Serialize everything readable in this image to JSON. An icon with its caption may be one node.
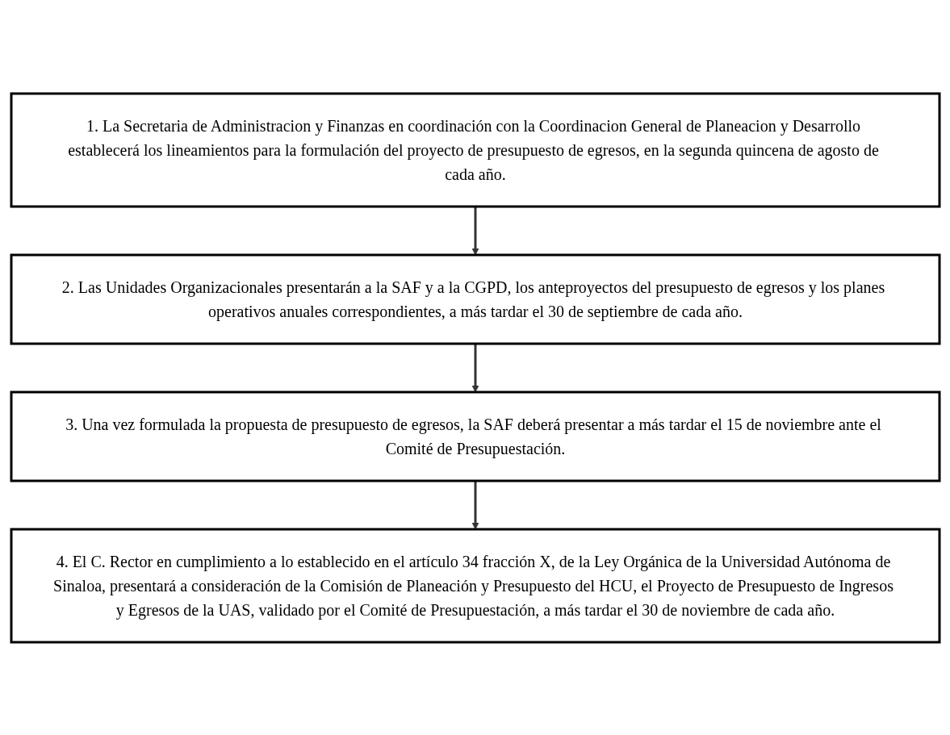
{
  "diagram": {
    "nodes": [
      {
        "text": [
          "1. La Secretaria de Administracion y Finanzas en coordinación con la Coordinacion General de Planeacion y Desarrollo establecerá los lineamientos para la formulación del proyecto de presupuesto de egresos, en la segunda quincena de agosto de cada año."
        ]
      },
      {
        "text": [
          "2. Las Unidades Organizacionales presentarán a la SAF y a la CGPD, los anteproyectos del presupuesto de egresos y los planes operativos anuales correspondientes, a más tardar el 30 de septiembre de cada año."
        ]
      },
      {
        "text": [
          "3. Una vez formulada la propuesta de presupuesto de egresos, la SAF deberá presentar a más tardar el 15 de noviembre ante el Comité de Presupuestación."
        ]
      },
      {
        "text": [
          "4. El C. Rector en cumplimiento a lo establecido en el artículo 34 fracción X, de la Ley Orgánica de la Universidad Autónoma de Sinaloa, presentará a consideración de la Comisión de Planeación y Presupuesto del HCU, el Proyecto de Presupuesto de Ingresos y Egresos de la UAS, validado por el Comité de Presupuestación, a más tardar el 30 de noviembre de cada año."
        ]
      }
    ],
    "edges": [
      {
        "from": 0,
        "to": 1,
        "arrow": "to"
      },
      {
        "from": 1,
        "to": 2,
        "arrow": "to"
      },
      {
        "from": 2,
        "to": 3,
        "arrow": "to"
      }
    ]
  }
}
